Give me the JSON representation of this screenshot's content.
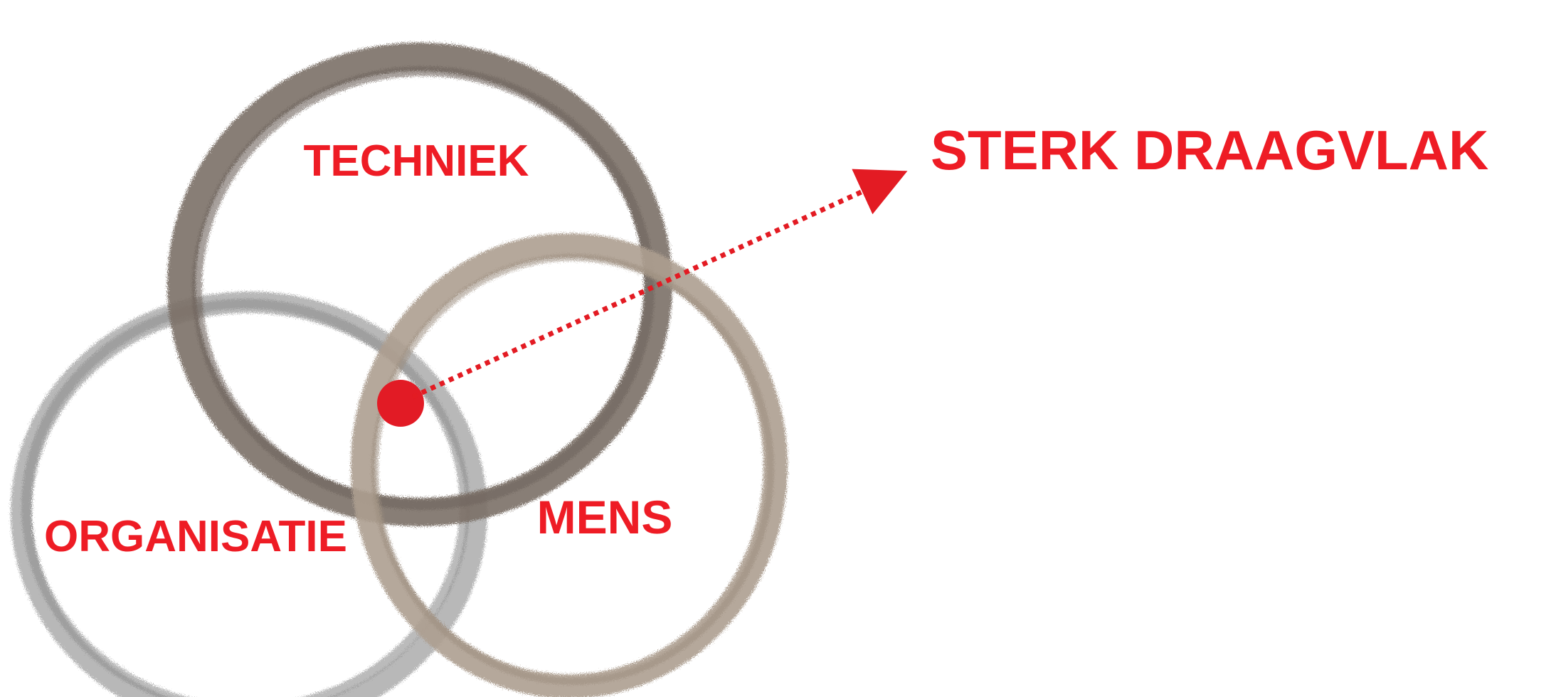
{
  "labels": {
    "top": "TECHNIEK",
    "left": "ORGANISATIE",
    "right": "MENS",
    "callout": "STERK DRAAGVLAK"
  },
  "colors": {
    "label": "#ee1c25",
    "dot": "#e21b25",
    "arrow": "#e31b23",
    "ring_top": "#7b7066",
    "ring_left": "#9d9d9d",
    "ring_right": "#ad9f90",
    "background": "#ffffff"
  }
}
